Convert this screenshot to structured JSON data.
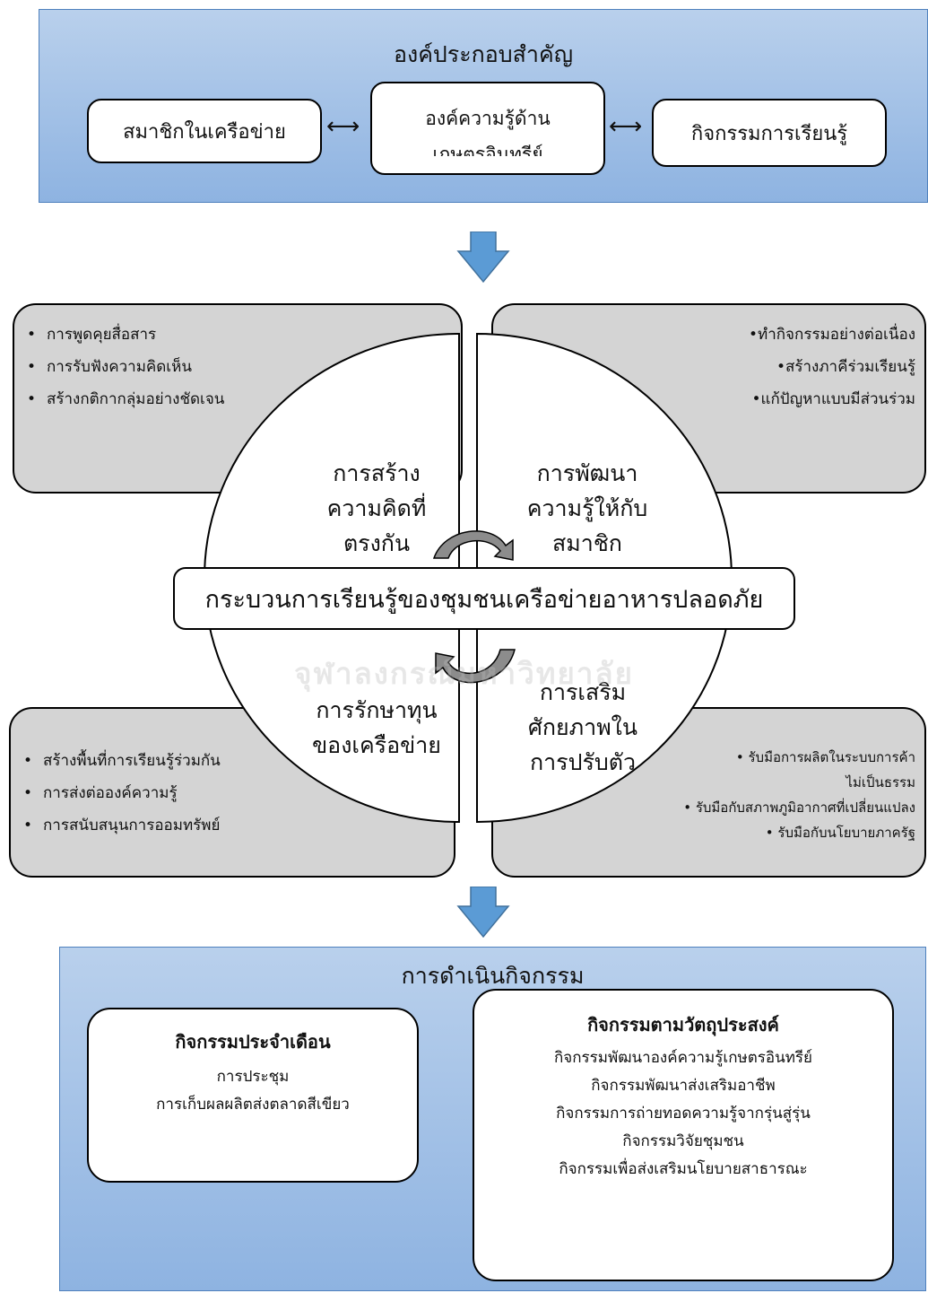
{
  "components": {
    "title": "องค์ประกอบสำคัญ",
    "left": "สมาชิกในเครือข่าย",
    "center_line1": "องค์ความรู้ด้าน",
    "center_line2": "เกษตรอินทรีย์",
    "right": "กิจกรรมการเรียนรู้",
    "connector": "<>"
  },
  "center_label": "กระบวนการเรียนรู้ของชุมชนเครือข่ายอาหารปลอดภัย",
  "quadrants": {
    "top_left": {
      "line1": "การสร้าง",
      "line2": "ความคิดที่",
      "line3": "ตรงกัน"
    },
    "top_right": {
      "line1": "การพัฒนา",
      "line2": "ความรู้ให้กับ",
      "line3": "สมาชิก"
    },
    "bottom_left": {
      "line1": "การรักษาทุน",
      "line2": "ของเครือข่าย"
    },
    "bottom_right": {
      "line1": "การเสริม",
      "line2": "ศักยภาพใน",
      "line3": "การปรับตัว"
    }
  },
  "notes": {
    "top_left": [
      "การพูดคุยสื่อสาร",
      "การรับฟังความคิดเห็น",
      "สร้างกติกากลุ่มอย่างชัดเจน"
    ],
    "top_right": [
      "ทำกิจกรรมอย่างต่อเนื่อง",
      "สร้างภาคีร่วมเรียนรู้",
      "แก้ปัญหาแบบมีส่วนร่วม"
    ],
    "bottom_left": [
      "สร้างพื้นที่การเรียนรู้ร่วมกัน",
      "การส่งต่อองค์ความรู้",
      "การสนับสนุนการออมทรัพย์"
    ],
    "bottom_right": [
      "รับมือการผลิตในระบบการค้า",
      "ไม่เป็นธรรม",
      "รับมือกับสภาพภูมิอากาศที่เปลี่ยนแปลง",
      "รับมือกับนโยบายภาครัฐ"
    ]
  },
  "activities": {
    "title": "การดำเนินกิจกรรม",
    "monthly": {
      "title": "กิจกรรมประจำเดือน",
      "items": [
        "การประชุม",
        "การเก็บผลผลิตส่งตลาดสีเขียว"
      ]
    },
    "objective": {
      "title": "กิจกรรมตามวัตถุประสงค์",
      "items": [
        "กิจกรรมพัฒนาองค์ความรู้เกษตรอินทรีย์",
        "กิจกรรมพัฒนาส่งเสริมอาชีพ",
        "กิจกรรมการถ่ายทอดความรู้จากรุ่นสู่รุ่น",
        "กิจกรรมวิจัยชุมชน",
        "กิจกรรมเพื่อส่งเสริมนโยบายสาธารณะ"
      ]
    }
  },
  "watermark": "จุฬาลงกรณ์มหาวิทยาลัย",
  "colors": {
    "panel_top": "#b9d0ec",
    "panel_bottom": "#8eb3e1",
    "arrow": "#5b9bd5",
    "note_fill": "#d4d4d4"
  }
}
